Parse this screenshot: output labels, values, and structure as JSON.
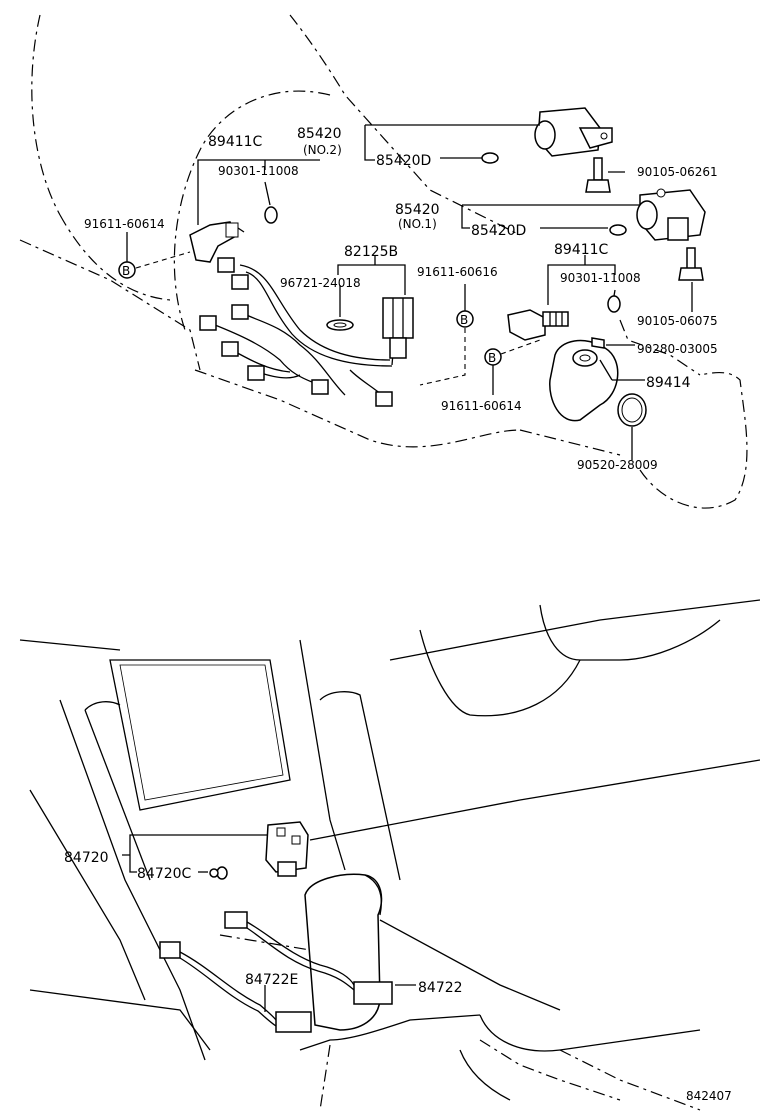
{
  "labels": {
    "p89411c_top": "89411C",
    "p90301_top": "90301-11008",
    "p91611_left": "91611-60614",
    "p85420_no2": "85420",
    "no2": "(NO.2)",
    "p85420d_no2": "85420D",
    "p90105_06261": "90105-06261",
    "p85420_no1": "85420",
    "no1": "(NO.1)",
    "p85420d_no1": "85420D",
    "p82125b": "82125B",
    "p96721": "96721-24018",
    "p91611_mid": "91611-60616",
    "p89411c_right": "89411C",
    "p90301_right": "90301-11008",
    "p90105_06075": "90105-06075",
    "p90280": "90280-03005",
    "p89414": "89414",
    "p91611_bottom": "91611-60614",
    "p90520": "90520-28009",
    "p84720": "84720",
    "p84720c": "84720C",
    "p84722e": "84722E",
    "p84722": "84722",
    "bolt_marker": "B",
    "diagram_id": "842407"
  }
}
